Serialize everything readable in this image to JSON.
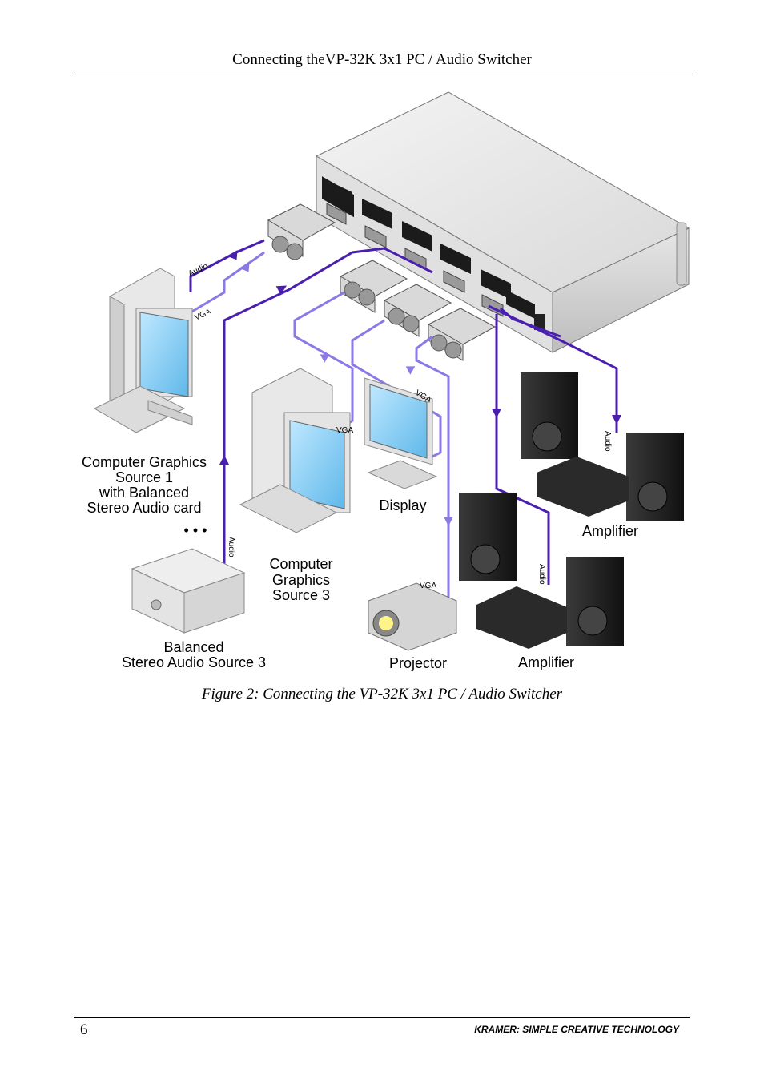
{
  "header": {
    "title": "Connecting theVP-32K 3x1 PC / Audio Switcher"
  },
  "figure": {
    "labels": {
      "source1": [
        "Computer Graphics",
        "Source 1",
        "with Balanced",
        "Stereo Audio card"
      ],
      "source3": [
        "Computer",
        "Graphics",
        "Source 3"
      ],
      "audio_source": [
        "Balanced",
        "Stereo Audio Source 3"
      ],
      "display": "Display",
      "projector": "Projector",
      "amplifier_top": "Amplifier",
      "amplifier_bottom": "Amplifier",
      "ellipsis": "• • •",
      "cable_audio": "Audio",
      "cable_vga": "VGA"
    },
    "colors": {
      "cable_dark": "#4a1fb0",
      "cable_light": "#8c78e6"
    }
  },
  "caption": "Figure 2: Connecting the VP-32K 3x1 PC / Audio Switcher",
  "footer": {
    "page_number": "6",
    "brand": "KRAMER:  SIMPLE CREATIVE TECHNOLOGY"
  }
}
